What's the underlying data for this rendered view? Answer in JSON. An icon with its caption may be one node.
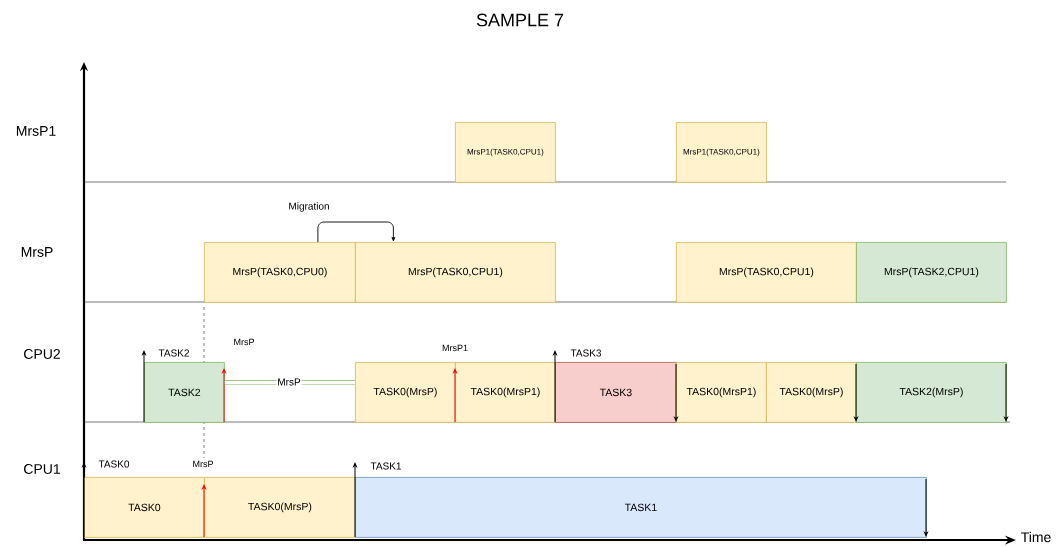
{
  "diagram": {
    "title": "SAMPLE 7",
    "nodes": [
      {
        "text": [
          "MrsP1(TASK0,CPU1)"
        ]
      },
      {
        "text": [
          "MrsP1(TASK0,CPU1)"
        ]
      },
      {
        "text": [
          "MrsP(TASK0,CPU0)"
        ]
      },
      {
        "text": [
          "MrsP(TASK0,CPU1)"
        ]
      },
      {
        "text": [
          "MrsP(TASK0,CPU1)"
        ]
      },
      {
        "text": [
          "MrsP(TASK2,CPU1)"
        ]
      },
      {
        "text": [
          "TASK2"
        ]
      },
      {
        "text": [
          "TASK0(MrsP)"
        ]
      },
      {
        "text": [
          "TASK0(MrsP1)"
        ]
      },
      {
        "text": [
          "TASK3"
        ]
      },
      {
        "text": [
          "TASK0(MrsP1)"
        ]
      },
      {
        "text": [
          "TASK0(MrsP)"
        ]
      },
      {
        "text": [
          "TASK2(MrsP)"
        ]
      },
      {
        "text": [
          "TASK0"
        ]
      },
      {
        "text": [
          "TASK0(MrsP)"
        ]
      },
      {
        "text": [
          "TASK1"
        ]
      }
    ],
    "edges": [
      {
        "from": 2,
        "to": 3,
        "arrow": "to",
        "label": "Migration"
      },
      {
        "from": 6,
        "to": 7,
        "arrow": "none",
        "label": "MrsP",
        "color": "#82b366",
        "style": "thick"
      }
    ],
    "labels": [
      "MrsP1",
      "MrsP",
      "MrsP",
      "MrsP1",
      "TASK2",
      "TASK3",
      "CPU2",
      "TASK0",
      "MrsP",
      "TASK1",
      "CPU1",
      "Time"
    ]
  }
}
